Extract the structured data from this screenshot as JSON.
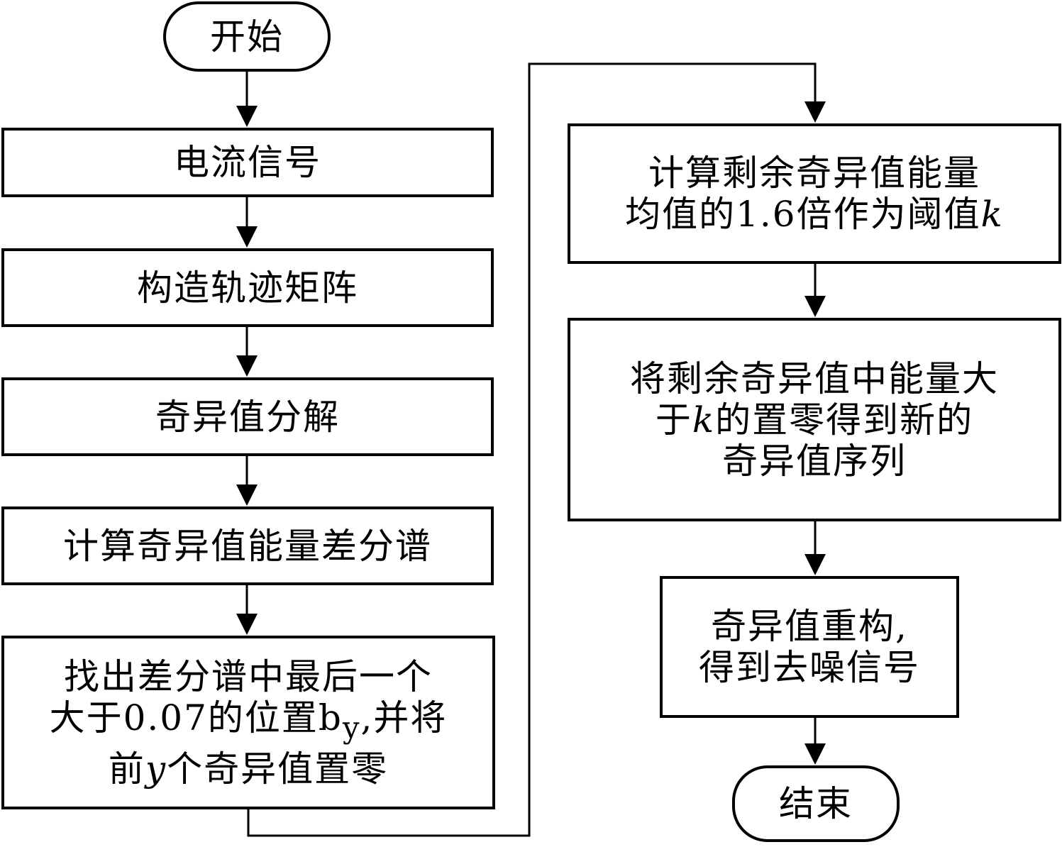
{
  "nodes": {
    "start": {
      "type": "terminal",
      "lines": [
        "开始"
      ]
    },
    "signal": {
      "type": "process",
      "lines": [
        "电流信号"
      ]
    },
    "trajectory": {
      "type": "process",
      "lines": [
        "构造轨迹矩阵"
      ]
    },
    "svd": {
      "type": "process",
      "lines": [
        "奇异值分解"
      ]
    },
    "energy_diff": {
      "type": "process",
      "lines": [
        "计算奇异值能量差分谱"
      ]
    },
    "find_last": {
      "type": "process",
      "lines": [
        "找出差分谱中最后一个",
        "大于0.07的位置b<sub>y</sub>,并将",
        "前<i>y</i>个奇异值置零"
      ]
    },
    "threshold": {
      "type": "process",
      "lines": [
        "计算剩余奇异值能量",
        "均值的1.6倍作为阈值<i>k</i>"
      ]
    },
    "zero_large": {
      "type": "process",
      "lines": [
        "将剩余奇异值中能量大",
        "于<i>k</i>的置零得到新的",
        "奇异值序列"
      ]
    },
    "reconstruct": {
      "type": "process",
      "lines": [
        "奇异值重构,",
        "得到去噪信号"
      ]
    },
    "end": {
      "type": "terminal",
      "lines": [
        "结束"
      ]
    }
  },
  "edges": [
    [
      "start",
      "signal"
    ],
    [
      "signal",
      "trajectory"
    ],
    [
      "trajectory",
      "svd"
    ],
    [
      "svd",
      "energy_diff"
    ],
    [
      "energy_diff",
      "find_last"
    ],
    [
      "find_last",
      "threshold"
    ],
    [
      "threshold",
      "zero_large"
    ],
    [
      "zero_large",
      "reconstruct"
    ],
    [
      "reconstruct",
      "end"
    ]
  ]
}
